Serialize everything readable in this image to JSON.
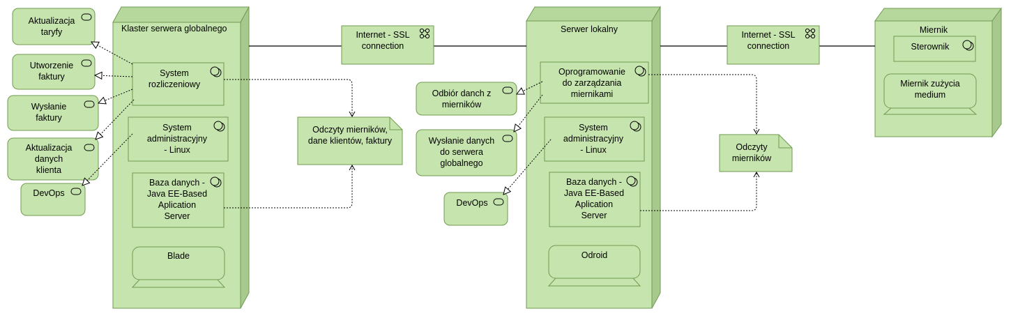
{
  "colors": {
    "fill": "#c6e4ad",
    "fill_side": "#a7c98e",
    "fill_top": "#b7d89d",
    "stroke": "#6f9a4f",
    "line": "#000000"
  },
  "nodes": {
    "global_cluster": "Klaster serwera globalnego",
    "local_server": "Serwer lokalny",
    "meter": "Miernik"
  },
  "networks": {
    "left": [
      "Internet - SSL",
      "connection"
    ],
    "right": [
      "Internet - SSL",
      "connection"
    ]
  },
  "global_services": [
    {
      "id": "aktualizacja-taryfy",
      "lines": [
        "Aktualizacja",
        "taryfy"
      ]
    },
    {
      "id": "utworzenie-faktury",
      "lines": [
        "Utworzenie",
        "faktury"
      ]
    },
    {
      "id": "wyslanie-faktury",
      "lines": [
        "Wysłanie",
        "faktury"
      ]
    },
    {
      "id": "aktualizacja-danych-klienta",
      "lines": [
        "Aktualizacja",
        "danych",
        "klienta"
      ]
    },
    {
      "id": "devops-global",
      "lines": [
        "DevOps"
      ]
    }
  ],
  "global_software": [
    {
      "id": "system-rozliczeniowy",
      "lines": [
        "System",
        "rozliczeniowy"
      ]
    },
    {
      "id": "system-administracyjny-global",
      "lines": [
        "System",
        "administracyjny",
        "- Linux"
      ]
    },
    {
      "id": "baza-danych-global",
      "lines": [
        "Baza danych -",
        "Java EE-Based",
        "Aplication",
        "Server"
      ]
    }
  ],
  "global_device": "Blade",
  "global_artifact": [
    "Odczyty mierników,",
    "dane klientów, faktury"
  ],
  "local_services": [
    {
      "id": "odbior-danych",
      "lines": [
        "Odbiór danch z",
        "mierników"
      ]
    },
    {
      "id": "wyslanie-danych",
      "lines": [
        "Wysłanie danych",
        "do serwera",
        "globalnego"
      ]
    },
    {
      "id": "devops-local",
      "lines": [
        "DevOps"
      ]
    }
  ],
  "local_software": [
    {
      "id": "oprogramowanie-zarzadzania",
      "lines": [
        "Oprogramowanie",
        "do zarządzania",
        "miernikami"
      ]
    },
    {
      "id": "system-administracyjny-local",
      "lines": [
        "System",
        "administracyjny",
        "- Linux"
      ]
    },
    {
      "id": "baza-danych-local",
      "lines": [
        "Baza danych -",
        "Java EE-Based",
        "Aplication",
        "Server"
      ]
    }
  ],
  "local_device": "Odroid",
  "local_artifact": [
    "Odczyty",
    "mierników"
  ],
  "meter_software": "Sterownik",
  "meter_device": [
    "Miernik zużycia",
    "medium"
  ]
}
